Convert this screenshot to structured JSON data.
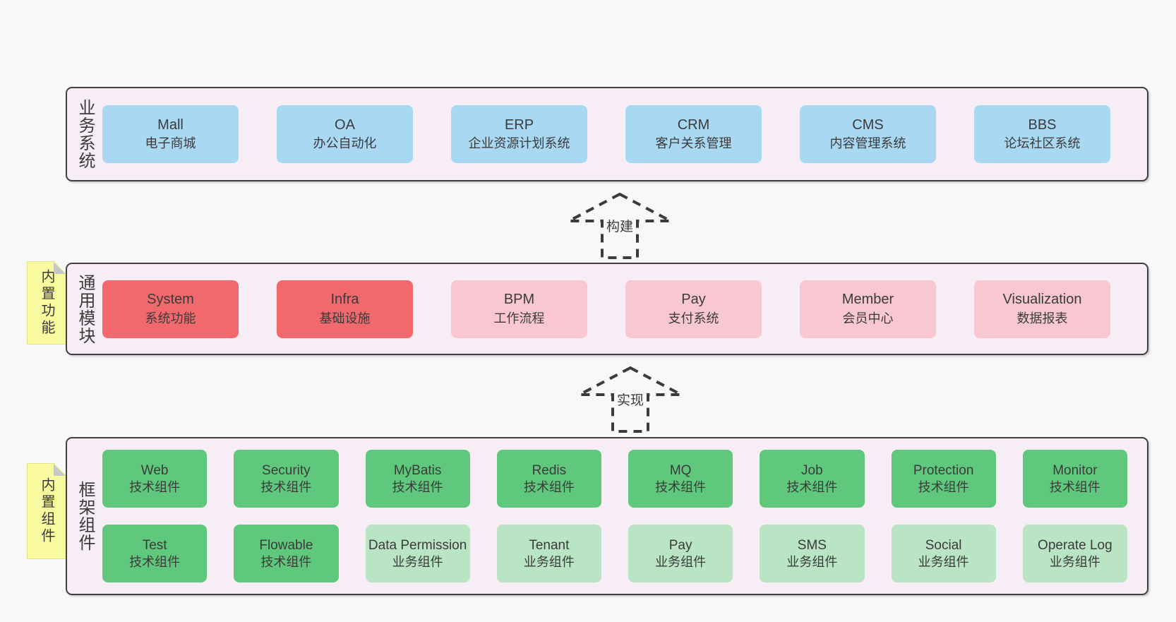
{
  "colors": {
    "page_bg": "#f8f8f8",
    "band_bg": "#f7eef5",
    "band_border": "#433e42",
    "node_blue": "#a9d8f3",
    "node_red": "#f1696d",
    "node_pink": "#f9c7d1",
    "node_green": "#5fc87c",
    "node_light_green": "#b9e5c4",
    "sticky_yellow": "#f9f9a0",
    "text": "#3b3b3b"
  },
  "bands": {
    "business": {
      "label": "业务系统",
      "boxes": [
        {
          "name": "Mall",
          "desc": "电子商城"
        },
        {
          "name": "OA",
          "desc": "办公自动化"
        },
        {
          "name": "ERP",
          "desc": "企业资源计划系统"
        },
        {
          "name": "CRM",
          "desc": "客户关系管理"
        },
        {
          "name": "CMS",
          "desc": "内容管理系统"
        },
        {
          "name": "BBS",
          "desc": "论坛社区系统"
        }
      ]
    },
    "modules": {
      "label": "通用模块",
      "sticky": "内置功能",
      "boxes": [
        {
          "name": "System",
          "desc": "系统功能"
        },
        {
          "name": "Infra",
          "desc": "基础设施"
        },
        {
          "name": "BPM",
          "desc": "工作流程"
        },
        {
          "name": "Pay",
          "desc": "支付系统"
        },
        {
          "name": "Member",
          "desc": "会员中心"
        },
        {
          "name": "Visualization",
          "desc": "数据报表"
        }
      ]
    },
    "framework": {
      "label": "框架组件",
      "sticky": "内置组件",
      "rows": [
        [
          {
            "name": "Web",
            "desc": "技术组件"
          },
          {
            "name": "Security",
            "desc": "技术组件"
          },
          {
            "name": "MyBatis",
            "desc": "技术组件"
          },
          {
            "name": "Redis",
            "desc": "技术组件"
          },
          {
            "name": "MQ",
            "desc": "技术组件"
          },
          {
            "name": "Job",
            "desc": "技术组件"
          },
          {
            "name": "Protection",
            "desc": "技术组件"
          },
          {
            "name": "Monitor",
            "desc": "技术组件"
          }
        ],
        [
          {
            "name": "Test",
            "desc": "技术组件"
          },
          {
            "name": "Flowable",
            "desc": "技术组件"
          },
          {
            "name": "Data Permission",
            "desc": "业务组件"
          },
          {
            "name": "Tenant",
            "desc": "业务组件"
          },
          {
            "name": "Pay",
            "desc": "业务组件"
          },
          {
            "name": "SMS",
            "desc": "业务组件"
          },
          {
            "name": "Social",
            "desc": "业务组件"
          },
          {
            "name": "Operate Log",
            "desc": "业务组件"
          }
        ]
      ]
    }
  },
  "arrows": [
    {
      "label": "构建"
    },
    {
      "label": "实现"
    }
  ]
}
